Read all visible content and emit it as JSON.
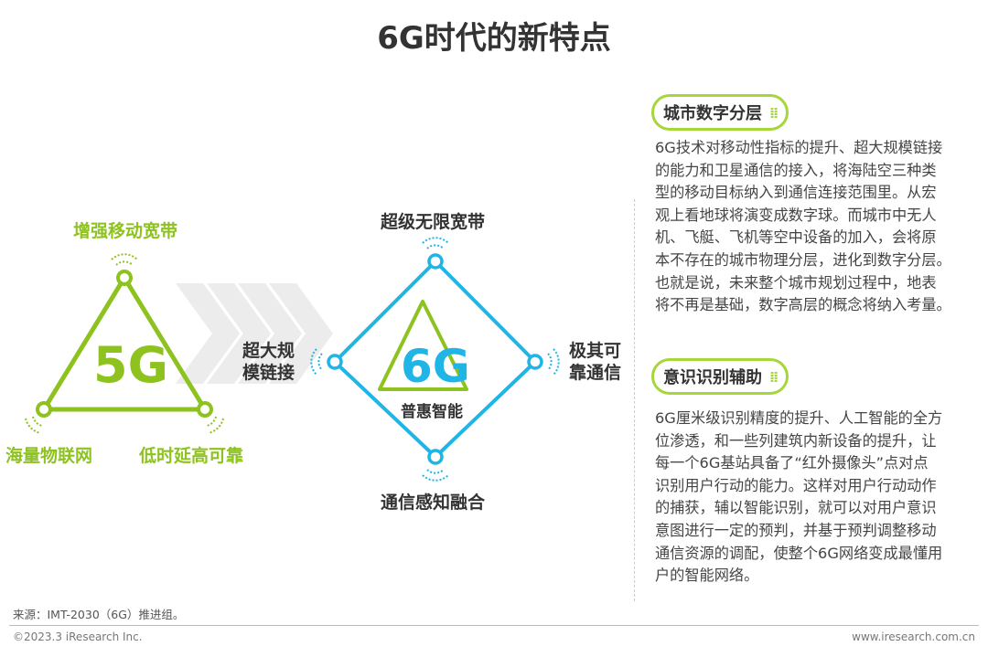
{
  "title": "6G时代的新特点",
  "diagram": {
    "g5": {
      "center": "5G",
      "top": "增强移动宽带",
      "bottom_left": "海量物联网",
      "bottom_right": "低时延高可靠"
    },
    "g6": {
      "center": "6G",
      "center_sub": "普惠智能",
      "top": "超级无限宽带",
      "left_line1": "超大规",
      "left_line2": "模链接",
      "right_line1": "极其可",
      "right_line2": "靠通信",
      "bottom": "通信感知融合"
    },
    "colors": {
      "green": "#8dc21f",
      "blue": "#1fb5e6",
      "arrow_gray": "#ececec"
    }
  },
  "sections": [
    {
      "heading": "城市数字分层",
      "lines": [
        "6G技术对移动性指标的提升、超大规模链接",
        "的能力和卫星通信的接入，将海陆空三种类",
        "型的移动目标纳入到通信连接范围里。从宏",
        "观上看地球将演变成数字球。而城市中无人",
        "机、飞艇、飞机等空中设备的加入，会将原",
        "本不存在的城市物理分层，进化到数字分层。",
        "也就是说，未来整个城市规划过程中，地表",
        "将不再是基础，数字高层的概念将纳入考量。"
      ]
    },
    {
      "heading": "意识识别辅助",
      "lines": [
        "6G厘米级识别精度的提升、人工智能的全方",
        "位渗透，和一些列建筑内新设备的提升，让",
        "每一个6G基站具备了“红外摄像头”点对点",
        "识别用户行动的能力。这样对用户行动动作",
        "的捕获，辅以智能识别，就可以对用户意识",
        "意图进行一定的预判，并基于预判调整移动",
        "通信资源的调配，使整个6G网络变成最懂用",
        "户的智能网络。"
      ]
    }
  ],
  "footer": {
    "source": "来源：IMT-2030（6G）推进组。",
    "copyright": "©2023.3 iResearch Inc.",
    "website": "www.iresearch.com.cn"
  }
}
